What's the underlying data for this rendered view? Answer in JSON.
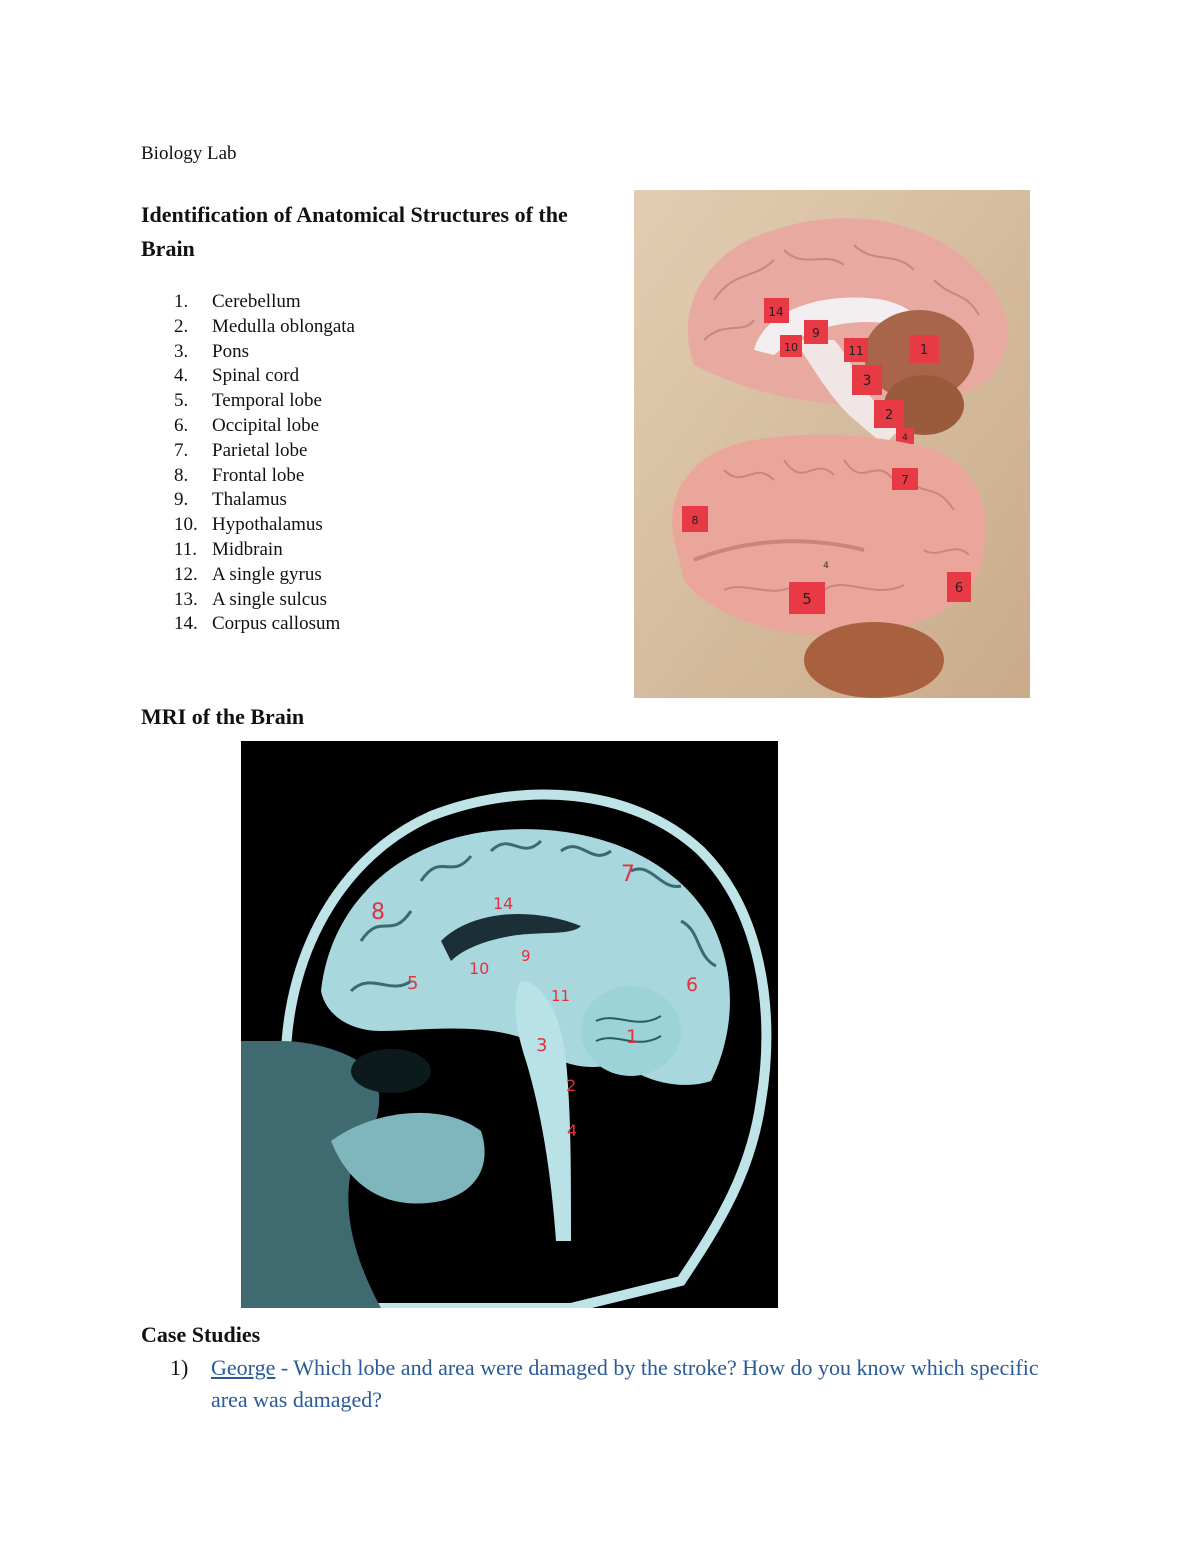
{
  "header": {
    "course": "Biology Lab"
  },
  "section1": {
    "title": "Identification of Anatomical Structures of the Brain",
    "items": [
      {
        "num": "1.",
        "label": "Cerebellum"
      },
      {
        "num": "2.",
        "label": "Medulla oblongata"
      },
      {
        "num": "3.",
        "label": "Pons"
      },
      {
        "num": "4.",
        "label": "Spinal cord"
      },
      {
        "num": "5.",
        "label": "Temporal lobe"
      },
      {
        "num": "6.",
        "label": "Occipital lobe"
      },
      {
        "num": "7.",
        "label": "Parietal lobe"
      },
      {
        "num": "8.",
        "label": "Frontal lobe"
      },
      {
        "num": "9.",
        "label": "Thalamus"
      },
      {
        "num": "10.",
        "label": "Hypothalamus"
      },
      {
        "num": "11.",
        "label": "Midbrain"
      },
      {
        "num": "12.",
        "label": "A single gyrus"
      },
      {
        "num": "13.",
        "label": "A single sulcus"
      },
      {
        "num": "14.",
        "label": "Corpus callosum"
      }
    ]
  },
  "photo_labels": {
    "sagittal": [
      "14",
      "10",
      "9",
      "11",
      "1",
      "3",
      "2",
      "4"
    ],
    "lateral": [
      "7",
      "8",
      "4",
      "5",
      "6"
    ]
  },
  "section2": {
    "title": "MRI of the Brain"
  },
  "mri_labels": [
    "8",
    "14",
    "7",
    "5",
    "10",
    "9",
    "11",
    "6",
    "3",
    "1",
    "2",
    "4"
  ],
  "section3": {
    "title": "Case Studies",
    "cases": [
      {
        "num": "1)",
        "name": "George",
        "question": " - Which lobe and area were damaged by the stroke? How do you know which specific area was damaged?"
      }
    ]
  },
  "colors": {
    "link_blue": "#2a5a97",
    "marker_red": "#e53040",
    "mri_cyan": "#9cd3d9"
  }
}
